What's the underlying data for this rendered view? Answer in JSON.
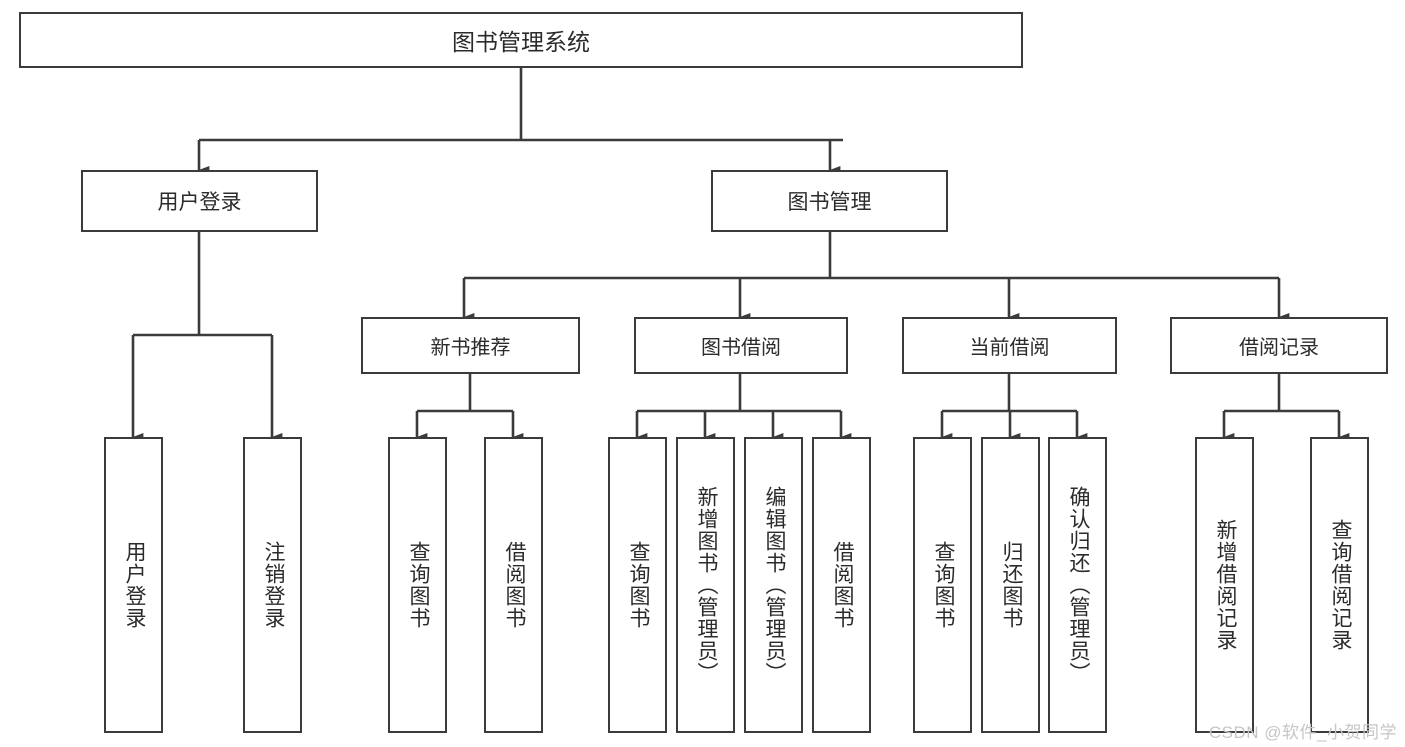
{
  "diagram": {
    "type": "tree-hierarchy-chart",
    "title": "图书管理系统",
    "colors": {
      "box_border": "#3b3b3b",
      "box_fill": "#ffffff",
      "connector": "#3b3b3b",
      "text": "#2b2b2b",
      "watermark": "#c6c6c6",
      "background": "#ffffff"
    },
    "root": {
      "label": "图书管理系统"
    },
    "level2": [
      {
        "label": "用户登录"
      },
      {
        "label": "图书管理"
      }
    ],
    "level3": [
      {
        "label": "新书推荐"
      },
      {
        "label": "图书借阅"
      },
      {
        "label": "当前借阅"
      },
      {
        "label": "借阅记录"
      }
    ],
    "leaves": [
      {
        "label": "用户登录",
        "parent": "用户登录"
      },
      {
        "label": "注销登录",
        "parent": "用户登录"
      },
      {
        "label": "查询图书",
        "parent": "新书推荐"
      },
      {
        "label": "借阅图书",
        "parent": "新书推荐"
      },
      {
        "label": "查询图书",
        "parent": "图书借阅"
      },
      {
        "label": "新增图书（管理员）",
        "parent": "图书借阅"
      },
      {
        "label": "编辑图书（管理员）",
        "parent": "图书借阅"
      },
      {
        "label": "借阅图书",
        "parent": "图书借阅"
      },
      {
        "label": "查询图书",
        "parent": "当前借阅"
      },
      {
        "label": "归还图书",
        "parent": "当前借阅"
      },
      {
        "label": "确认归还（管理员）",
        "parent": "当前借阅"
      },
      {
        "label": "新增借阅记录",
        "parent": "借阅记录"
      },
      {
        "label": "查询借阅记录",
        "parent": "借阅记录"
      }
    ]
  },
  "watermark": {
    "text": "CSDN @软件_小贺同学"
  }
}
